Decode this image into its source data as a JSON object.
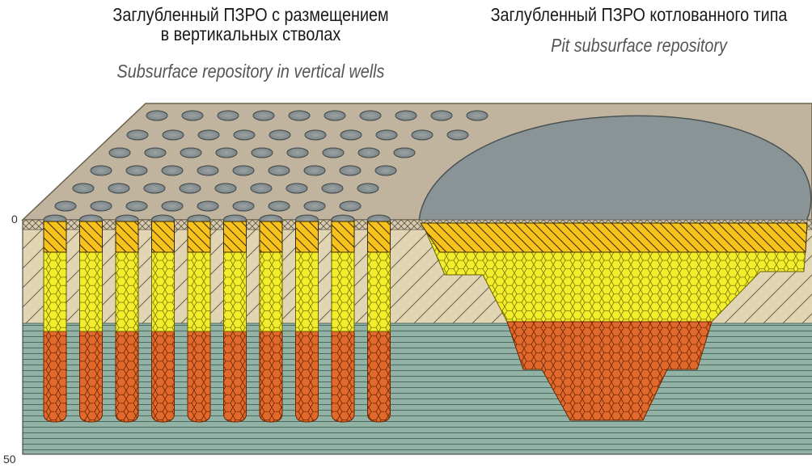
{
  "titles": {
    "left_ru": [
      "Заглубленный ПЗРО с размещением",
      "в  вертикальных стволах"
    ],
    "left_en": "Subsurface repository in vertical wells",
    "right_ru": "Заглубленный ПЗРО котлованного типа",
    "right_en": "Pit subsurface repository"
  },
  "depth_axis": {
    "top": "0",
    "bottom": "50"
  },
  "wells": {
    "count": 10
  },
  "colors": {
    "ground_surface": "#c0b49e",
    "sand_layer": "#e2d5b4",
    "clay_layer": "#93b2a6",
    "pit_cap": "#8a9496",
    "capping": "#f7c21b",
    "upper_fill": "#f3ee2c",
    "waste": "#e2692c"
  }
}
